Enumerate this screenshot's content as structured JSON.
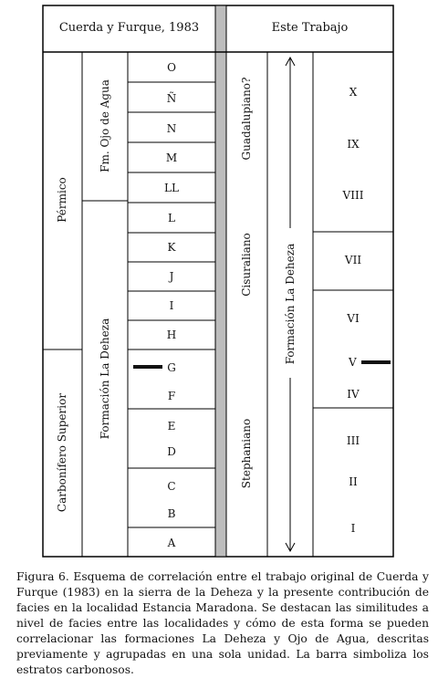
{
  "header": {
    "left_title": "Cuerda y Furque, 1983",
    "right_title": "Este Trabajo"
  },
  "left": {
    "systems": [
      "Pérmico",
      "Carbonífero Superior"
    ],
    "formations": [
      "Fm. Ojo de Agua",
      "Formación La Deheza"
    ],
    "levels": [
      "O",
      "Ñ",
      "N",
      "M",
      "LL",
      "L",
      "K",
      "J",
      "I",
      "H",
      "G",
      "F",
      "E",
      "D",
      "C",
      "B",
      "A"
    ],
    "carbon_bar_level": "G"
  },
  "right": {
    "stages": [
      "Guadalupiano?",
      "Cisuraliano",
      "Stephaniano"
    ],
    "unit": "Formación La Deheza",
    "facies": [
      "X",
      "IX",
      "VIII",
      "VII",
      "VI",
      "V",
      "IV",
      "III",
      "II",
      "I"
    ],
    "carbon_bar_level": "V"
  },
  "caption": "Figura 6. Esquema de correlación entre el trabajo original de Cuerda y Furque (1983) en la sierra de la Deheza y la presente contribución de facies en la localidad Estancia Maradona. Se destacan las similitudes a nivel de facies entre las localidades y cómo de esta forma se pueden correlacionar las formaciones La Deheza y Ojo de Agua, descritas previamente y agrupadas en una sola unidad. La barra simboliza los estratos carbonosos."
}
